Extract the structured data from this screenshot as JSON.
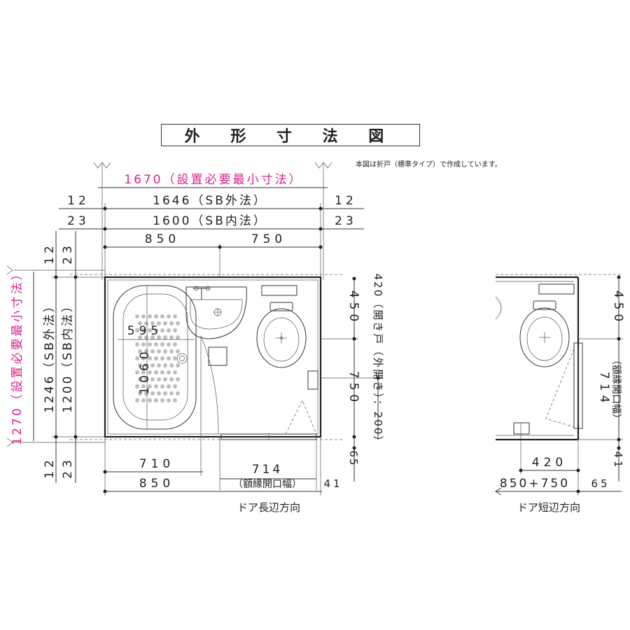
{
  "title": "外 形 寸 法 図",
  "note": "本図は折戸（標準タイプ）で作成しています。",
  "dims": {
    "install_min_width": "1670（設置必要最小寸法）",
    "sb_outer_width": "1646（SB外法）",
    "sb_inner_width": "1600（SB内法）",
    "left_12": "12",
    "right_12": "12",
    "left_23": "23",
    "right_23": "23",
    "top_850": "850",
    "top_750": "750",
    "v_12": "12",
    "v_23": "23",
    "install_min_depth": "1270（設置必要最小寸法）",
    "sb_outer_depth": "1246（SB外法）",
    "sb_inner_depth": "1200（SB内法）",
    "v_bottom_12": "12",
    "v_bottom_23": "23",
    "right_450": "450",
    "right_750": "750",
    "door_420": "420（開き戸（外開き）：200）",
    "right_65": "65",
    "tub_595": "595",
    "tub_1060": "1060",
    "bottom_710": "710",
    "bottom_850": "850",
    "frame_714": "714",
    "frame_label": "（額縁開口幅）",
    "bottom_41": "41",
    "door_long_caption": "ドア長辺方向",
    "r_450": "450",
    "r_714": "714",
    "r_frame_label": "（額縁開口幅）",
    "r_41": "41",
    "r_420": "420",
    "r_850_750": "850+750",
    "r_65": "65",
    "door_short_caption": "ドア短辺方向"
  }
}
